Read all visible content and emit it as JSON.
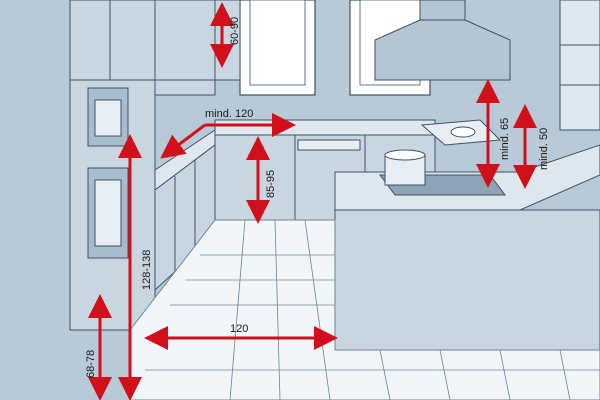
{
  "colors": {
    "wall": "#b8c9d8",
    "cabinet": "#c9d6e2",
    "cabinet_dark": "#a9bccd",
    "line": "#3d5266",
    "floor_tile": "#f2f6f9",
    "floor_grout": "#6f8497",
    "window_glass": "#ffffff",
    "arrow": "#d0101a",
    "hood": "#b4c5d4"
  },
  "labels": {
    "wall_cabinet_height": "60-90",
    "counter_depth": "mind. 120",
    "counter_height": "85-95",
    "oven_height": "128-138",
    "low_height": "68-78",
    "aisle_width": "120",
    "hood_clearance": "mind. 65",
    "backsplash_height": "mind. 50"
  }
}
